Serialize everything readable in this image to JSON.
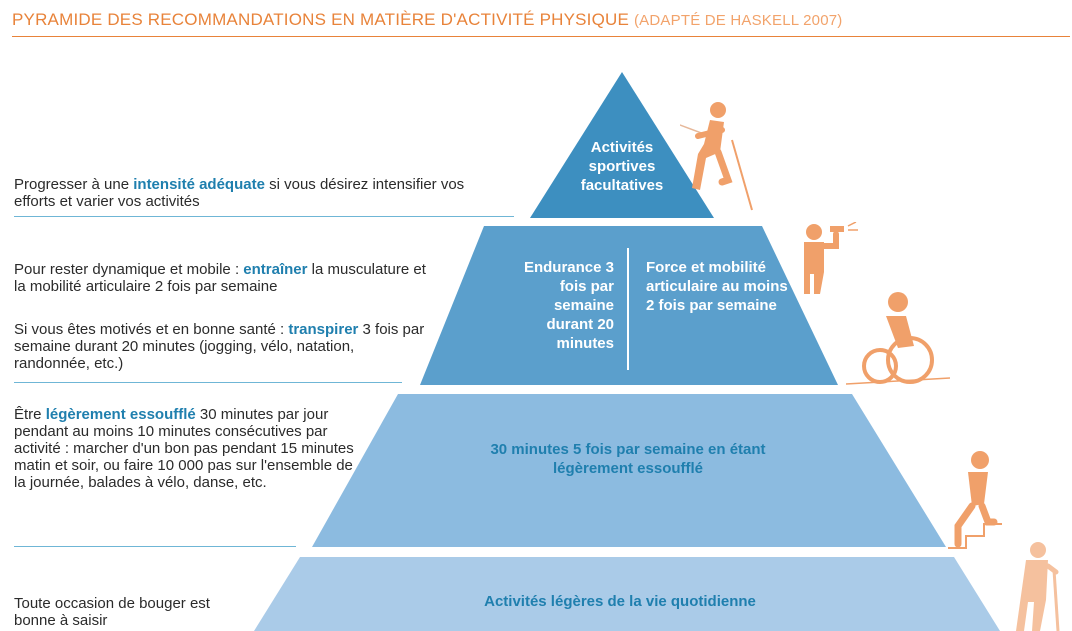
{
  "header": {
    "title": "PYRAMIDE DES RECOMMANDATIONS EN MATIÈRE D'ACTIVITÉ PHYSIQUE",
    "subtitle": "(ADAPTÉ DE HASKELL 2007)"
  },
  "left": {
    "l1": {
      "a": "Progresser à une ",
      "b": "intensité adéquate",
      "c": " si vous désirez intensifier vos efforts et varier vos activités"
    },
    "l2": {
      "a": "Pour rester dynamique et mobile : ",
      "b": "entraîner",
      "c": " la musculature et la mobilité articulaire 2 fois par semaine"
    },
    "l3": {
      "a": "Si vous êtes motivés et en bonne santé : ",
      "b": "transpirer",
      "c": " 3 fois par semaine durant 20 minutes (jogging, vélo, natation, randonnée, etc.)"
    },
    "l4": {
      "a": "Être ",
      "b": "légèrement essoufflé",
      "c": " 30 minutes par jour pendant au moins 10 minutes consécutives par activité : marcher d'un bon pas pendant 15 minutes matin et soir, ou faire 10 000 pas sur l'ensemble de la journée, balades à vélo, danse, etc."
    },
    "l5": {
      "a": "Toute occasion de bouger est bonne à saisir"
    }
  },
  "pyramid": {
    "top": "Activités sportives facultatives",
    "second_left": "Endurance 3 fois par semaine durant 20 minutes",
    "second_right": "Force et mobilité articulaire au moins 2 fois par semaine",
    "third": "30 minutes 5 fois par semaine en étant légèrement essoufflé",
    "bottom": "Activités légères de la vie quotidienne"
  },
  "colors": {
    "tier1": "#3d8fc0",
    "tier2": "#5b9fcc",
    "tier3": "#8cbbe0",
    "tier4": "#aacbe8",
    "accent": "#e8833a",
    "figure": "#f0a06a"
  },
  "icons": [
    "climber-icon",
    "weightlifter-icon",
    "wheelchair-icon",
    "stairs-climber-icon",
    "walker-cane-icon"
  ]
}
